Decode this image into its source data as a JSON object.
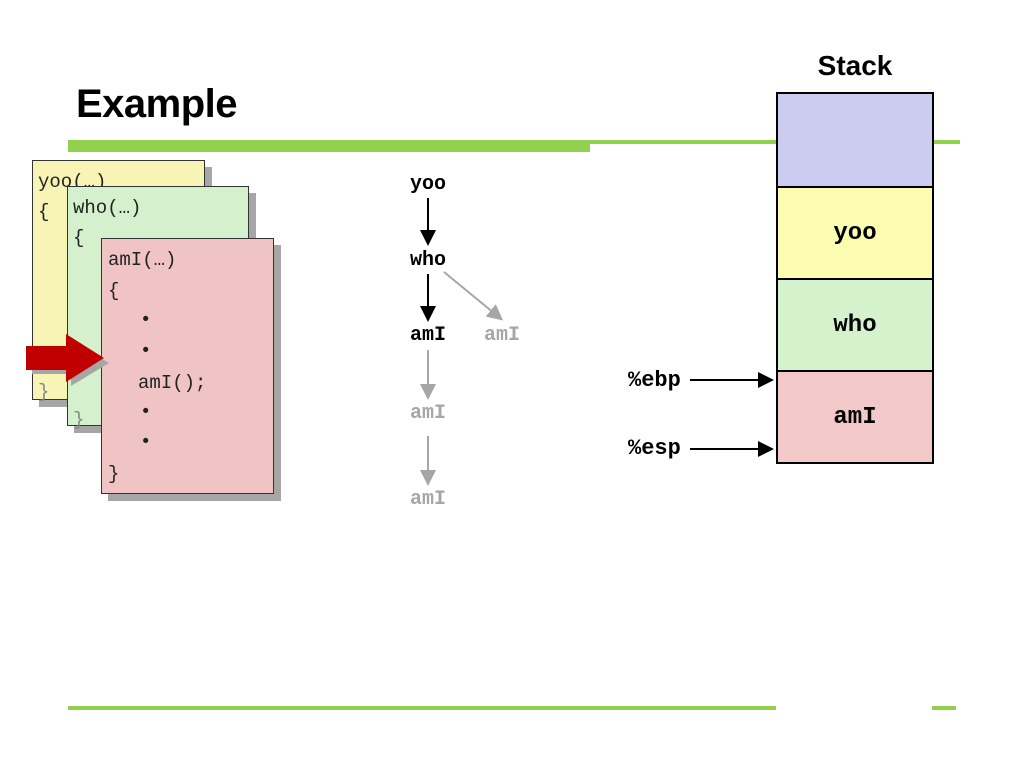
{
  "slide": {
    "title": "Example"
  },
  "code_cards": {
    "yoo": {
      "header": "yoo(…)",
      "open": "{",
      "close": "}"
    },
    "who": {
      "header": "who(…)",
      "open": "{",
      "close": "}"
    },
    "amI": {
      "header": "amI(…)",
      "open": "{",
      "bullet1": "•",
      "bullet2": "•",
      "call": "amI();",
      "bullet3": "•",
      "bullet4": "•",
      "close": "}"
    }
  },
  "call_tree": {
    "nodes": [
      "yoo",
      "who",
      "amI",
      "amI",
      "amI",
      "amI"
    ],
    "active_color": "#000000",
    "inactive_color": "#a6a6a6"
  },
  "stack": {
    "title": "Stack",
    "frames": [
      "yoo",
      "who",
      "amI"
    ],
    "registers": {
      "ebp": "%ebp",
      "esp": "%esp"
    },
    "colors": {
      "top": "#ccccf0",
      "yoo": "#fcfcb0",
      "who": "#d4f2cc",
      "amI": "#f2c8c8"
    }
  },
  "theme": {
    "accent": "#92d050",
    "arrow": "#c00000"
  }
}
